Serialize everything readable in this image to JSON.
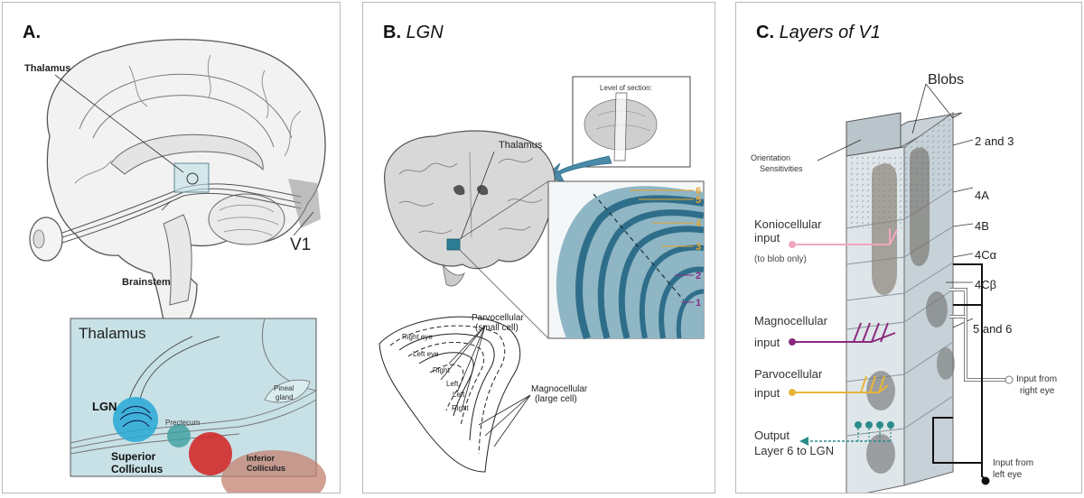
{
  "panels": {
    "a": {
      "letter": "A.",
      "labels": {
        "thalamus": "Thalamus",
        "v1": "V1",
        "brainstem": "Brainstem"
      },
      "inset": {
        "title": "Thalamus",
        "lgn": "LGN",
        "pretectum": "Prectecum",
        "pineal_1": "Pineal",
        "pineal_2": "gland",
        "sup_1": "Superior",
        "sup_2": "Colliculus",
        "inf_1": "Inferior",
        "inf_2": "Colliculus"
      }
    },
    "b": {
      "letter": "B.",
      "subtitle": "LGN",
      "labels": {
        "level_of_section": "Level of section:",
        "thalamus": "Thalamus",
        "parvo_1": "Parvocellular",
        "parvo_2": "(small cell)",
        "magno_1": "Magnocellular",
        "magno_2": "(large cell)",
        "right_eye": "Right eye",
        "left_eye": "Left eye",
        "right_1": "Right",
        "left_1": "Left",
        "left_2": "Left",
        "right_2": "Right"
      },
      "layer_numbers": [
        "6",
        "5",
        "4",
        "3",
        "2",
        "1"
      ]
    },
    "c": {
      "letter": "C.",
      "subtitle": "Layers of V1",
      "labels": {
        "blobs": "Blobs",
        "orient_1": "Orientation",
        "orient_2": "Sensitivities",
        "l23": "2 and 3",
        "l4a": "4A",
        "l4b": "4B",
        "l4ca": "4Cα",
        "l4cb": "4Cβ",
        "l56": "5 and 6",
        "konio_1": "Koniocellular",
        "konio_2": "input",
        "konio_3": "(to blob only)",
        "magno_1": "Magnocellular",
        "magno_2": "input",
        "parvo_1": "Parvocellular",
        "parvo_2": "input",
        "output_1": "Output",
        "output_2": "Layer 6 to LGN",
        "right_1": "Input from",
        "right_2": "right eye",
        "left_1": "Input from",
        "left_2": "left eye"
      },
      "colors": {
        "koniocellular": "#f2a6be",
        "magnocellular": "#8b2a7e",
        "parvocellular": "#e8b53a",
        "output": "#2b8c8c"
      }
    }
  }
}
